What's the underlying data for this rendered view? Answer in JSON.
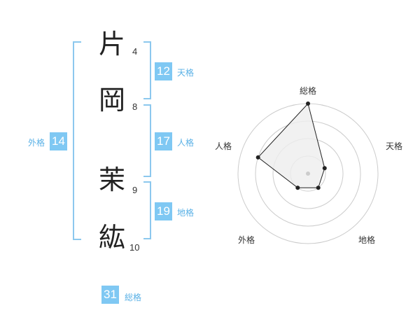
{
  "name": {
    "chars": [
      {
        "char": "片",
        "strokes": "4"
      },
      {
        "char": "岡",
        "strokes": "8"
      },
      {
        "char": "茉",
        "strokes": "9"
      },
      {
        "char": "紘",
        "strokes": "10"
      }
    ]
  },
  "fortunes": {
    "tenkaku": {
      "value": "12",
      "label": "天格"
    },
    "jinkaku": {
      "value": "17",
      "label": "人格"
    },
    "chikaku": {
      "value": "19",
      "label": "地格"
    },
    "gaikaku": {
      "value": "14",
      "label": "外格"
    },
    "soukaku": {
      "value": "31",
      "label": "総格"
    }
  },
  "chart_data": {
    "type": "radar",
    "axes": [
      "総格",
      "天格",
      "地格",
      "外格",
      "人格"
    ],
    "values": [
      4,
      1,
      1,
      1,
      3
    ],
    "max": 4,
    "rings": 4,
    "colors": {
      "ring": "#cccccc",
      "fill": "#eeeeee",
      "line": "#222222",
      "point": "#222222",
      "center": "#cccccc"
    }
  }
}
